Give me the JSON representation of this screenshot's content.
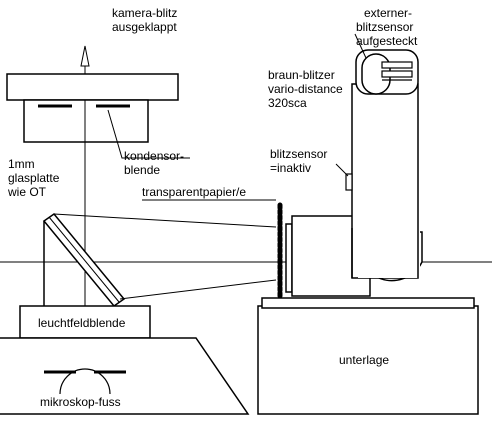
{
  "labels": {
    "kamera_line1": "kamera-blitz",
    "kamera_line2": "ausgeklappt",
    "extern_line1": "externer-",
    "extern_line2": "blitzsensor",
    "extern_line3": "aufgesteckt",
    "braun_line1": "braun-blitzer",
    "braun_line2": "vario-distance",
    "braun_line3": "320sca",
    "kondensor_line1": "kondensor-",
    "kondensor_line2": "blende",
    "glas_line1": "1mm",
    "glas_line2": "glasplatte",
    "glas_line3": "wie OT",
    "blitzsensor_line1": "blitzsensor",
    "blitzsensor_line2": "=inaktiv",
    "transparent": "transparentpapier/e",
    "leuchtfeld": "leuchtfeldblende",
    "unterlage": "unterlage",
    "mikroskop": "mikroskop-fuss"
  },
  "colors": {
    "stroke": "#000000",
    "background": "#ffffff"
  }
}
